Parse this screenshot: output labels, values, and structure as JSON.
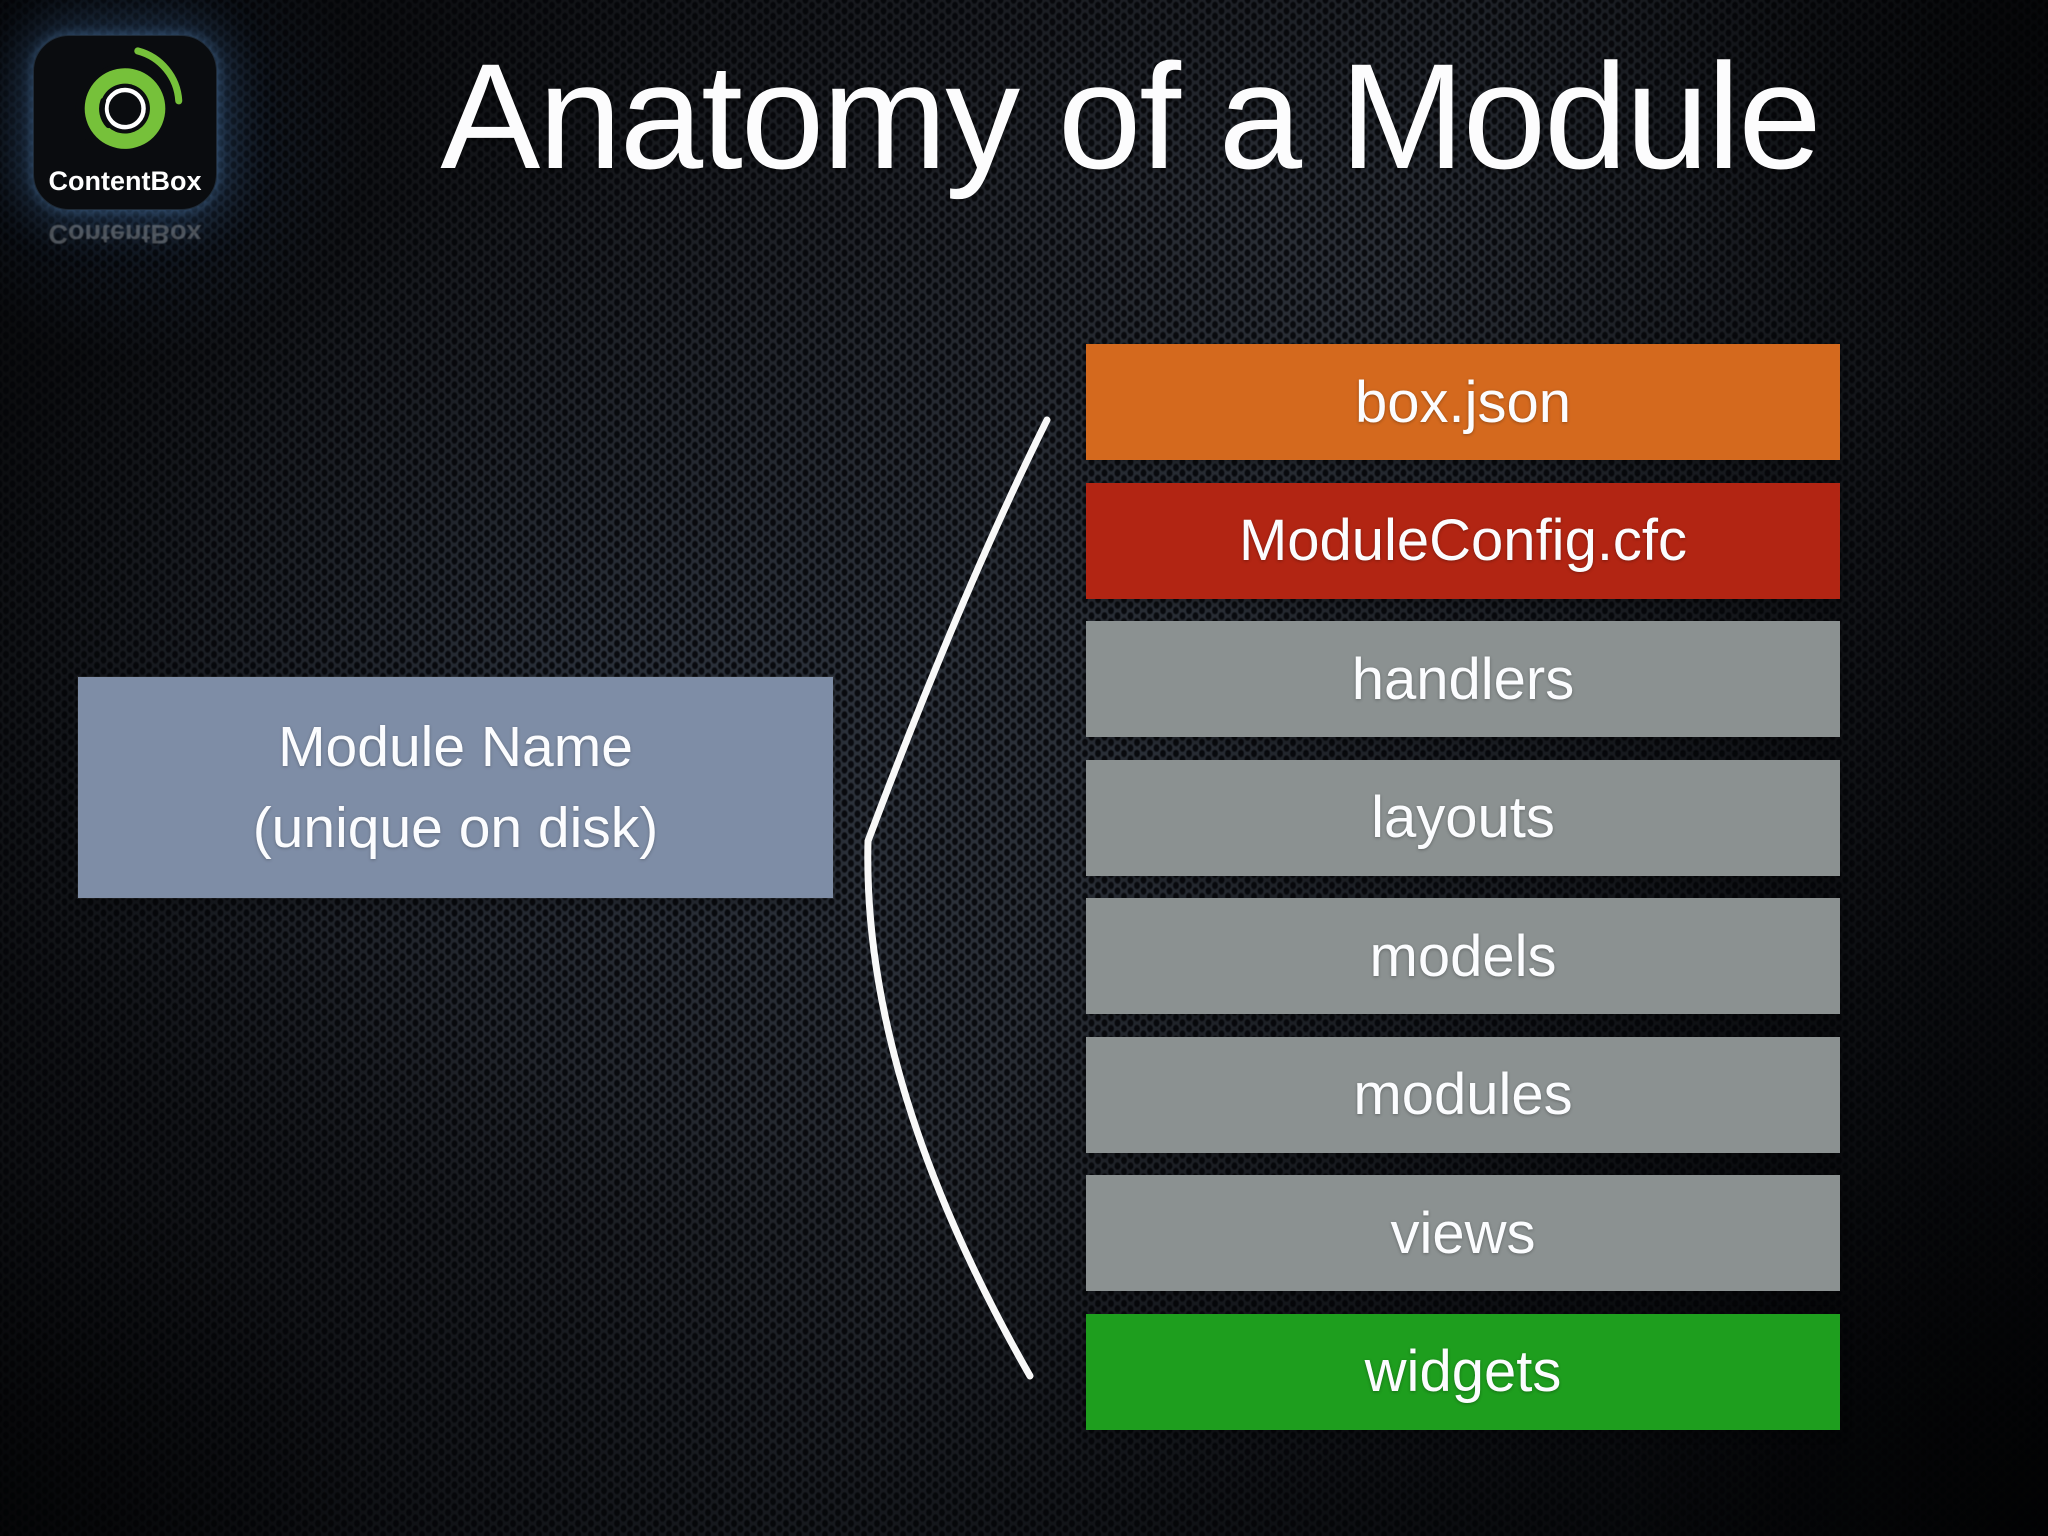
{
  "slide": {
    "title": "Anatomy of a Module"
  },
  "logo": {
    "text": "ContentBox"
  },
  "module_box": {
    "line1": "Module Name",
    "line2": "(unique on disk)",
    "color": "#7e8da6"
  },
  "structure": {
    "items": [
      {
        "label": "box.json",
        "color": "#d4691e"
      },
      {
        "label": "ModuleConfig.cfc",
        "color": "#b22513"
      },
      {
        "label": "handlers",
        "color": "#8b9191"
      },
      {
        "label": "layouts",
        "color": "#8b9191"
      },
      {
        "label": "models",
        "color": "#8b9191"
      },
      {
        "label": "modules",
        "color": "#8b9191"
      },
      {
        "label": "views",
        "color": "#8b9191"
      },
      {
        "label": "widgets",
        "color": "#1e9e1e"
      }
    ]
  },
  "colors": {
    "background": "#17191e",
    "title_text": "#fcfcfd",
    "box_text": "#fbfcfe",
    "logo_green": "#76c13a",
    "brace": "#f8f8f8"
  }
}
